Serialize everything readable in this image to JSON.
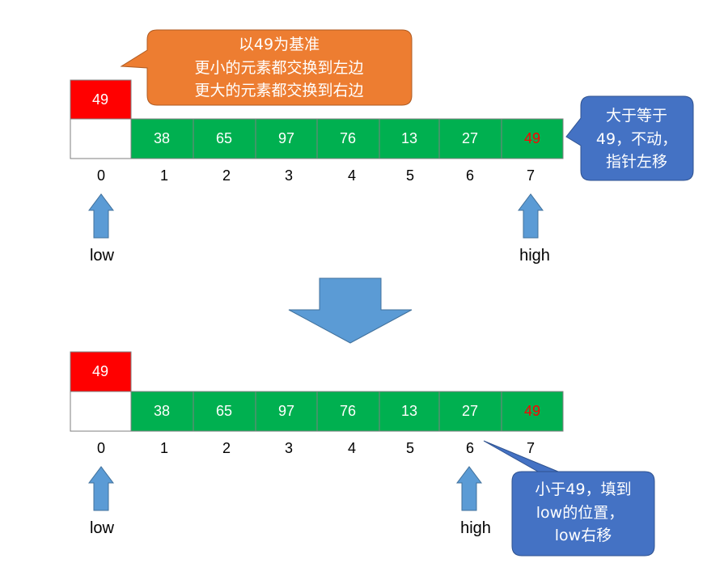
{
  "colors": {
    "green_cell": "#00B050",
    "red_cell": "#FF0000",
    "pivot_text_red": "#FF0000",
    "arrow_blue": "#5B9BD5",
    "bubble_orange": "#ED7D31",
    "bubble_blue": "#4472C4"
  },
  "top": {
    "pivot_value": "49",
    "callout_pivot": {
      "lines": [
        "以49为基准",
        "更小的元素都交换到左边",
        "更大的元素都交换到右边"
      ]
    },
    "cells": [
      "",
      "38",
      "65",
      "97",
      "76",
      "13",
      "27",
      "49"
    ],
    "indices": [
      "0",
      "1",
      "2",
      "3",
      "4",
      "5",
      "6",
      "7"
    ],
    "low_label": "low",
    "high_label": "high",
    "callout_high": {
      "lines": [
        "大于等于",
        "49，不动，",
        "指针左移"
      ]
    }
  },
  "bottom": {
    "pivot_value": "49",
    "cells": [
      "",
      "38",
      "65",
      "97",
      "76",
      "13",
      "27",
      "49"
    ],
    "indices": [
      "0",
      "1",
      "2",
      "3",
      "4",
      "5",
      "6",
      "7"
    ],
    "low_label": "low",
    "high_label": "high",
    "callout_swap": {
      "lines": [
        "小于49，填到",
        "low的位置，",
        "low右移"
      ]
    }
  }
}
